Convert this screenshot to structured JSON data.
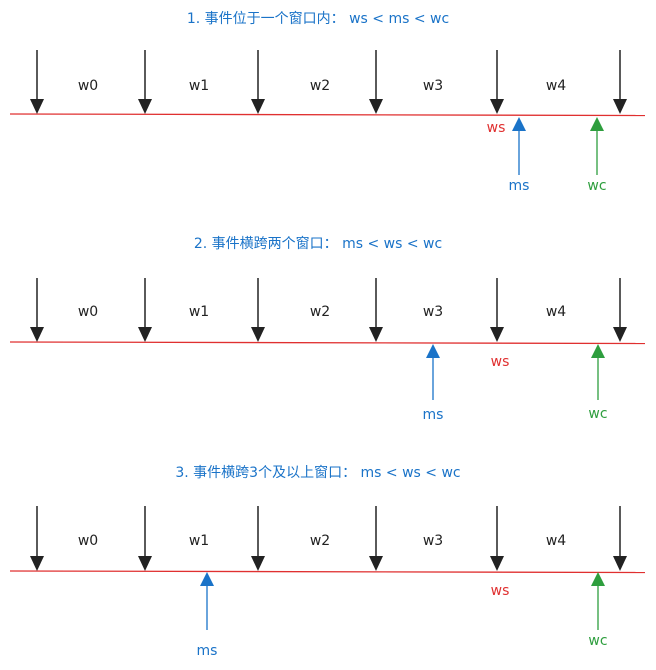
{
  "colors": {
    "timeline": "#e03030",
    "ms": "#1a73c8",
    "wc": "#2e9e3e",
    "window_boundary": "#222222"
  },
  "panels": [
    {
      "title": "1. 事件位于一个窗口内：  ws < ms < wc",
      "windows": [
        "w0",
        "w1",
        "w2",
        "w3",
        "w4"
      ],
      "ws": "ws",
      "ms": "ms",
      "wc": "wc"
    },
    {
      "title": "2. 事件横跨两个窗口：  ms < ws < wc",
      "windows": [
        "w0",
        "w1",
        "w2",
        "w3",
        "w4"
      ],
      "ws": "ws",
      "ms": "ms",
      "wc": "wc"
    },
    {
      "title": "3. 事件横跨3个及以上窗口：  ms < ws < wc",
      "windows": [
        "w0",
        "w1",
        "w2",
        "w3",
        "w4"
      ],
      "ws": "ws",
      "ms": "ms",
      "wc": "wc"
    }
  ]
}
